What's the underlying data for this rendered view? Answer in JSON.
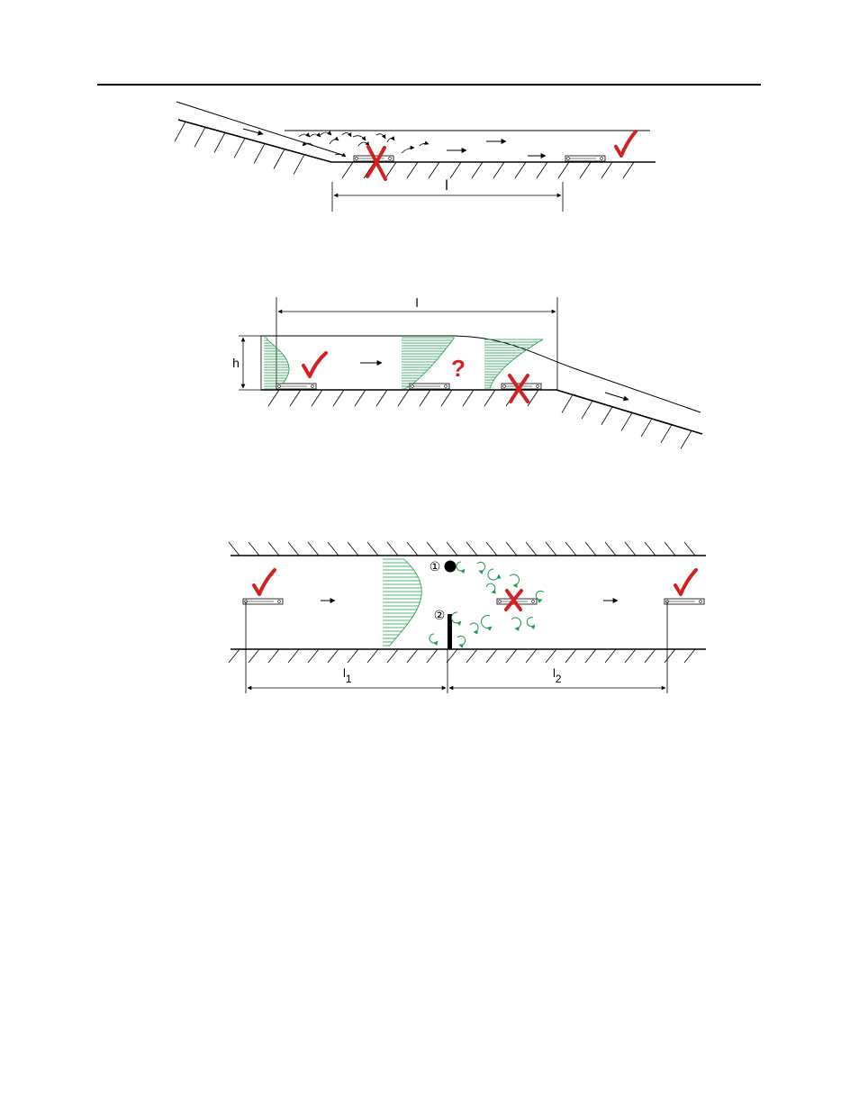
{
  "figure1": {
    "length_label": "l"
  },
  "figure2": {
    "length_label": "l",
    "height_label": "h",
    "unsure_mark": "?"
  },
  "figure3": {
    "length1_main": "l",
    "length1_sub": "1",
    "length2_main": "l",
    "length2_sub": "2",
    "obstacle1_marker": "①",
    "obstacle2_marker": "②"
  },
  "colors": {
    "mark": "#d32020",
    "flow": "#1a9a4a",
    "ink": "#000000"
  }
}
